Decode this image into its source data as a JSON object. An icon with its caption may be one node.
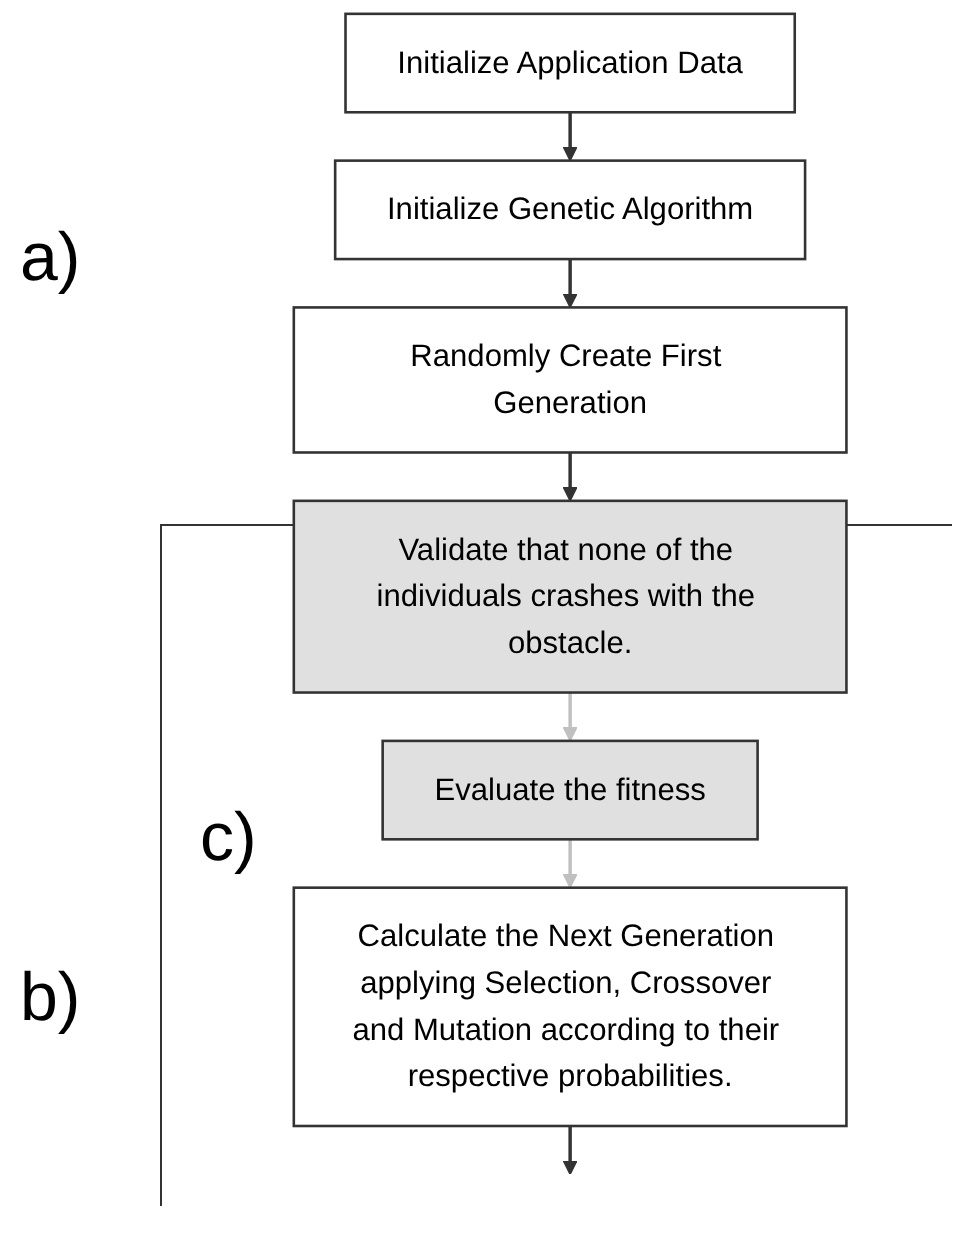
{
  "diagram": {
    "nodes": [
      {
        "text": [
          "Initialize Application Data"
        ]
      },
      {
        "text": [
          "Initialize Genetic Algorithm"
        ]
      },
      {
        "text": [
          "Randomly Create First Generation"
        ]
      },
      {
        "text": [
          "Validate that none of the individuals crashes with the obstacle."
        ]
      },
      {
        "text": [
          "Evaluate the fitness"
        ]
      },
      {
        "text": [
          "Calculate the Next Generation applying Selection, Crossover and Mutation according to their respective probabilities."
        ]
      }
    ],
    "edges": [
      {
        "from": 0,
        "to": 1,
        "arrow": "to"
      },
      {
        "from": 1,
        "to": 2,
        "arrow": "to"
      },
      {
        "from": 2,
        "to": 3,
        "arrow": "to"
      },
      {
        "from": 3,
        "to": 4,
        "arrow": "to",
        "color": "#c0c0c0"
      },
      {
        "from": 4,
        "to": 5,
        "arrow": "to",
        "color": "#c0c0c0"
      },
      {
        "from": 5,
        "to": null,
        "arrow": "to"
      }
    ],
    "labels": [
      "a)",
      "c)",
      "b)"
    ]
  }
}
